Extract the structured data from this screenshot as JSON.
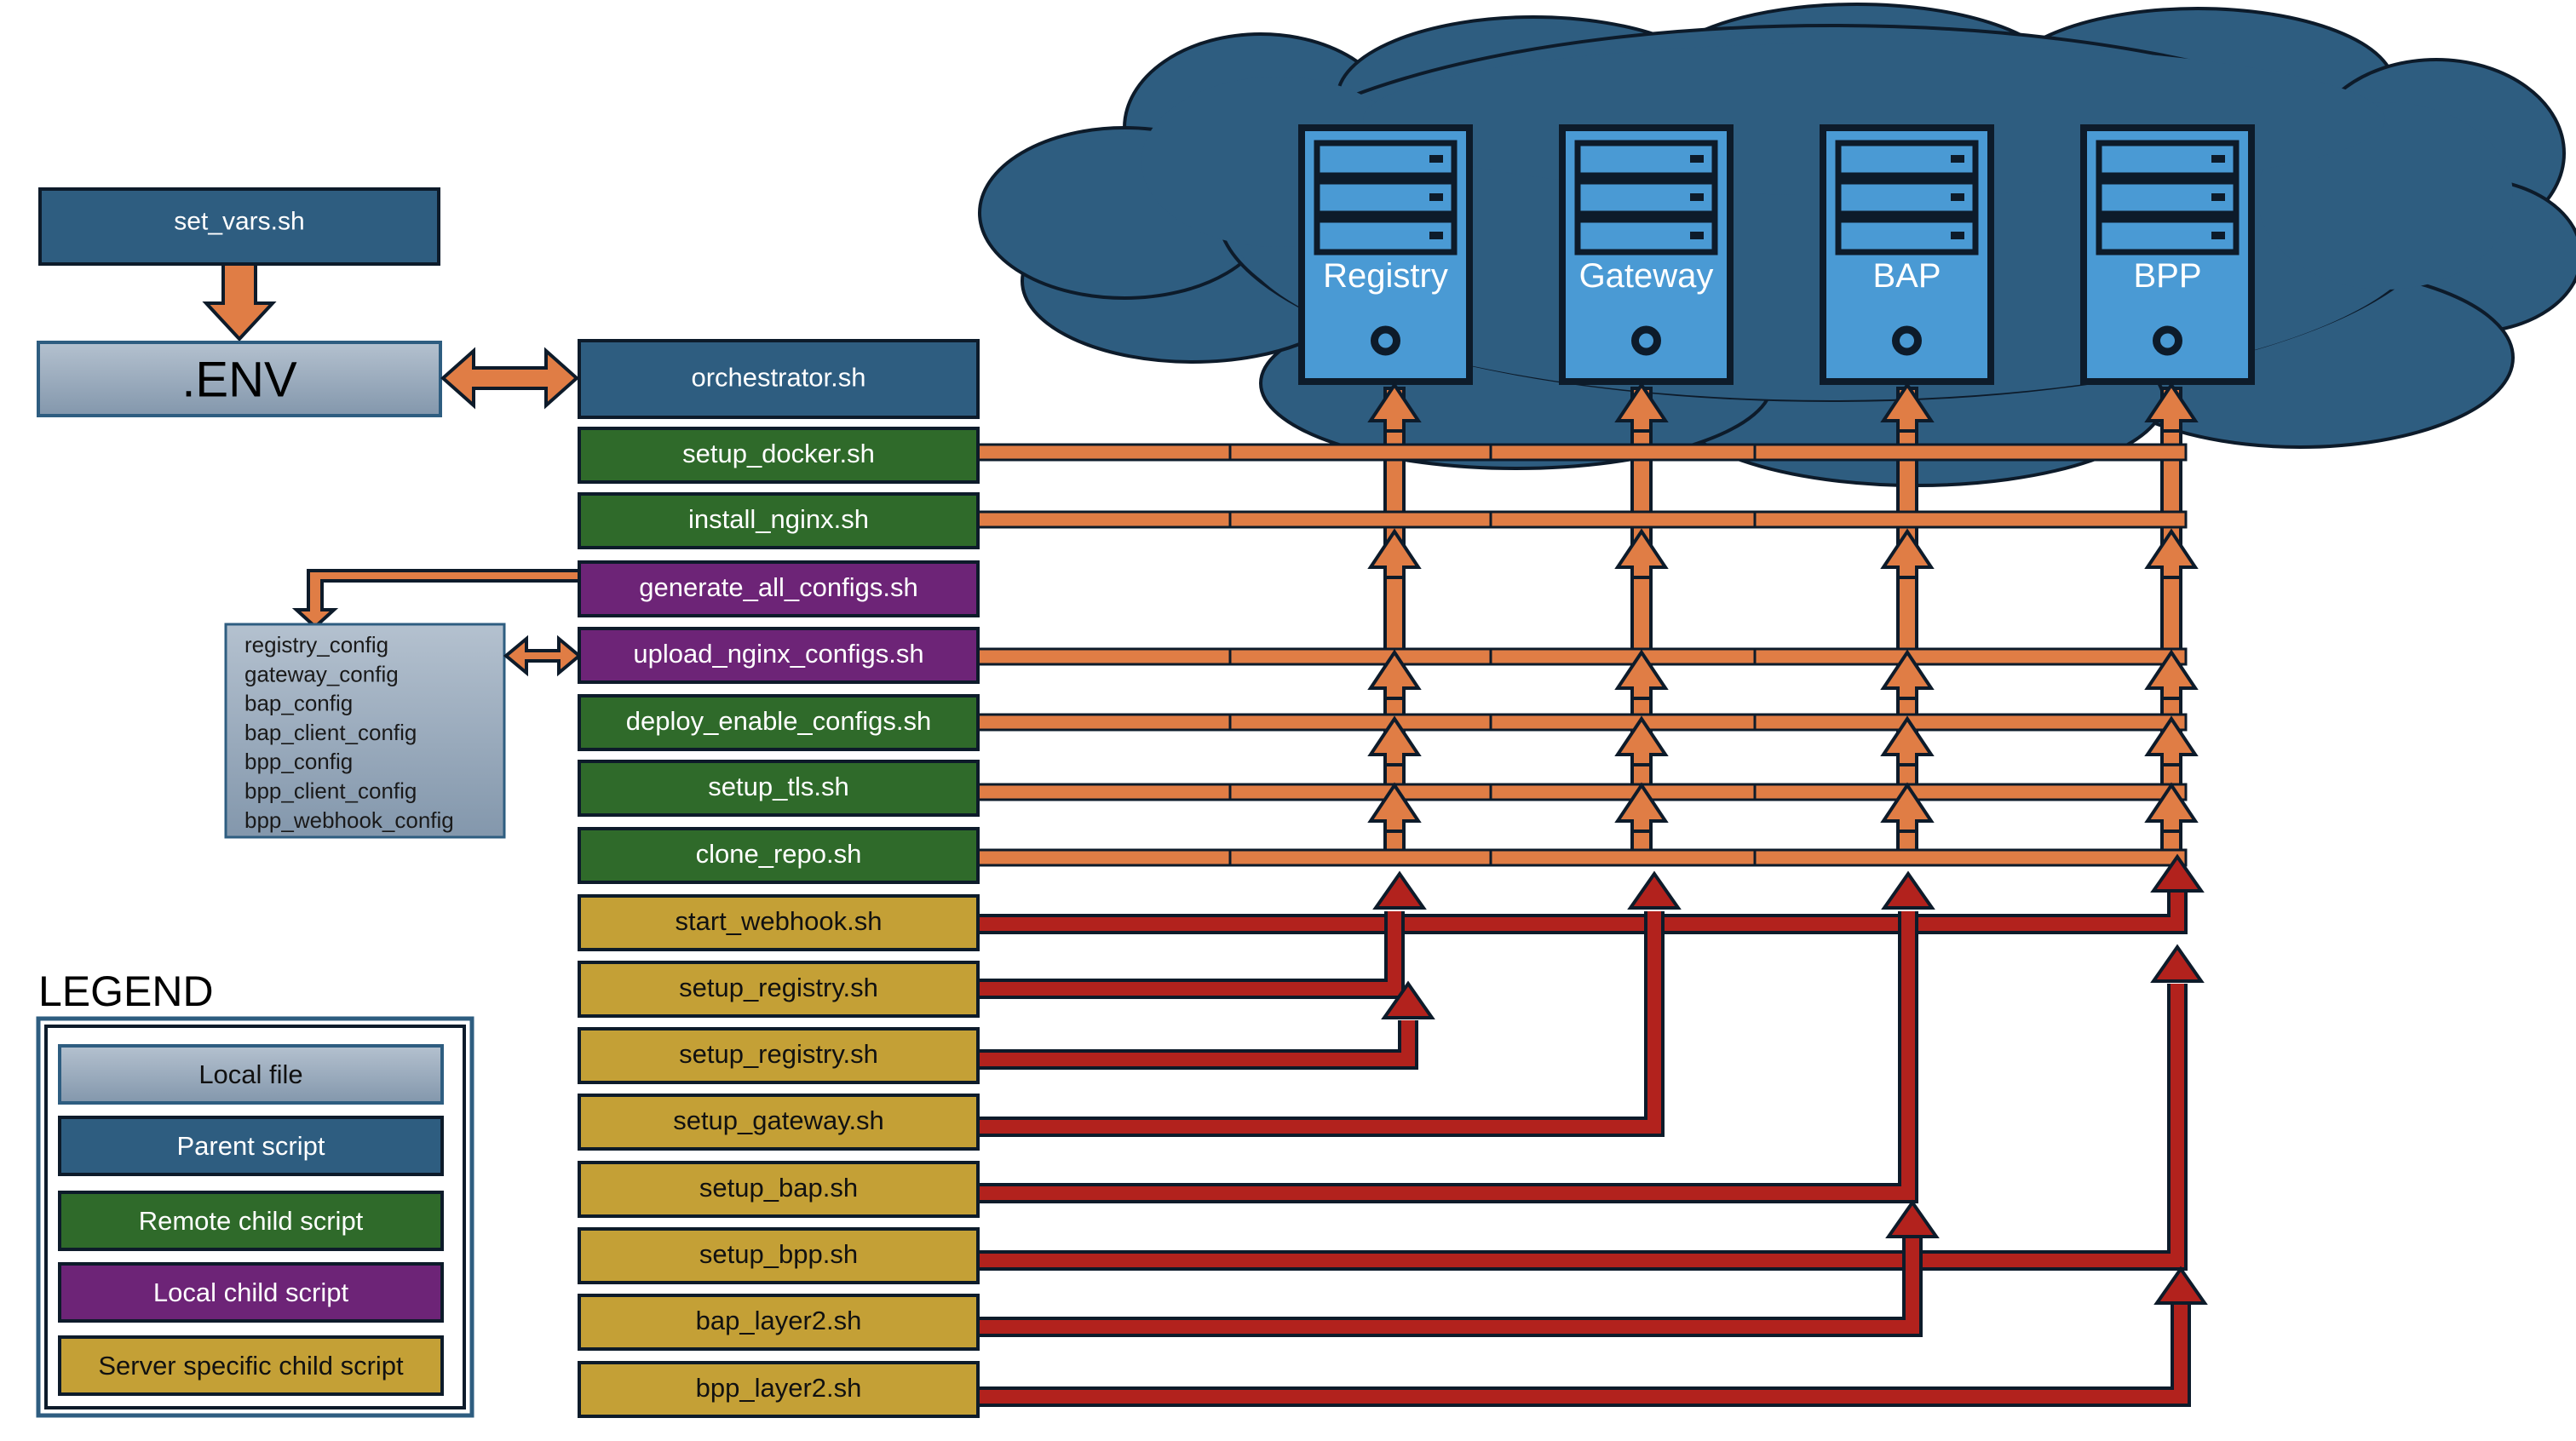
{
  "colors": {
    "local_file_top": "#b4c1cf",
    "local_file_bottom": "#8397ac",
    "parent": "#2e5d80",
    "remote": "#2f6a2a",
    "local_child": "#6d2477",
    "server": "#c4a036",
    "cloud": "#2e5d80",
    "server_body": "#4a9ad4",
    "orange_arrow": "#e07d45",
    "red_arrow": "#b2221d",
    "outline": "#0d1b2a"
  },
  "files": {
    "set_vars": "set_vars.sh",
    "env": ".ENV"
  },
  "scripts": [
    {
      "id": "orchestrator",
      "label": "orchestrator.sh",
      "kind": "parent"
    },
    {
      "id": "setup_docker",
      "label": "setup_docker.sh",
      "kind": "remote"
    },
    {
      "id": "install_nginx",
      "label": "install_nginx.sh",
      "kind": "remote"
    },
    {
      "id": "generate_all_configs",
      "label": "generate_all_configs.sh",
      "kind": "local_child"
    },
    {
      "id": "upload_nginx_configs",
      "label": "upload_nginx_configs.sh",
      "kind": "local_child"
    },
    {
      "id": "deploy_enable_configs",
      "label": "deploy_enable_configs.sh",
      "kind": "remote"
    },
    {
      "id": "setup_tls",
      "label": "setup_tls.sh",
      "kind": "remote"
    },
    {
      "id": "clone_repo",
      "label": "clone_repo.sh",
      "kind": "remote"
    },
    {
      "id": "start_webhook",
      "label": "start_webhook.sh",
      "kind": "server"
    },
    {
      "id": "setup_registry_1",
      "label": "setup_registry.sh",
      "kind": "server"
    },
    {
      "id": "setup_registry_2",
      "label": "setup_registry.sh",
      "kind": "server"
    },
    {
      "id": "setup_gateway",
      "label": "setup_gateway.sh",
      "kind": "server"
    },
    {
      "id": "setup_bap",
      "label": "setup_bap.sh",
      "kind": "server"
    },
    {
      "id": "setup_bpp",
      "label": "setup_bpp.sh",
      "kind": "server"
    },
    {
      "id": "bap_layer2",
      "label": "bap_layer2.sh",
      "kind": "server"
    },
    {
      "id": "bpp_layer2",
      "label": "bpp_layer2.sh",
      "kind": "server"
    }
  ],
  "configs": [
    "registry_config",
    "gateway_config",
    "bap_config",
    "bap_client_config",
    "bpp_config",
    "bpp_client_config",
    "bpp_webhook_config"
  ],
  "servers": [
    {
      "id": "registry",
      "label": "Registry"
    },
    {
      "id": "gateway",
      "label": "Gateway"
    },
    {
      "id": "bap",
      "label": "BAP"
    },
    {
      "id": "bpp",
      "label": "BPP"
    }
  ],
  "legend": {
    "title": "LEGEND",
    "items": [
      {
        "kind": "local_file",
        "label": "Local file"
      },
      {
        "kind": "parent",
        "label": "Parent script"
      },
      {
        "kind": "remote",
        "label": "Remote child script"
      },
      {
        "kind": "local_child",
        "label": "Local child script"
      },
      {
        "kind": "server",
        "label": "Server specific child script"
      }
    ]
  }
}
